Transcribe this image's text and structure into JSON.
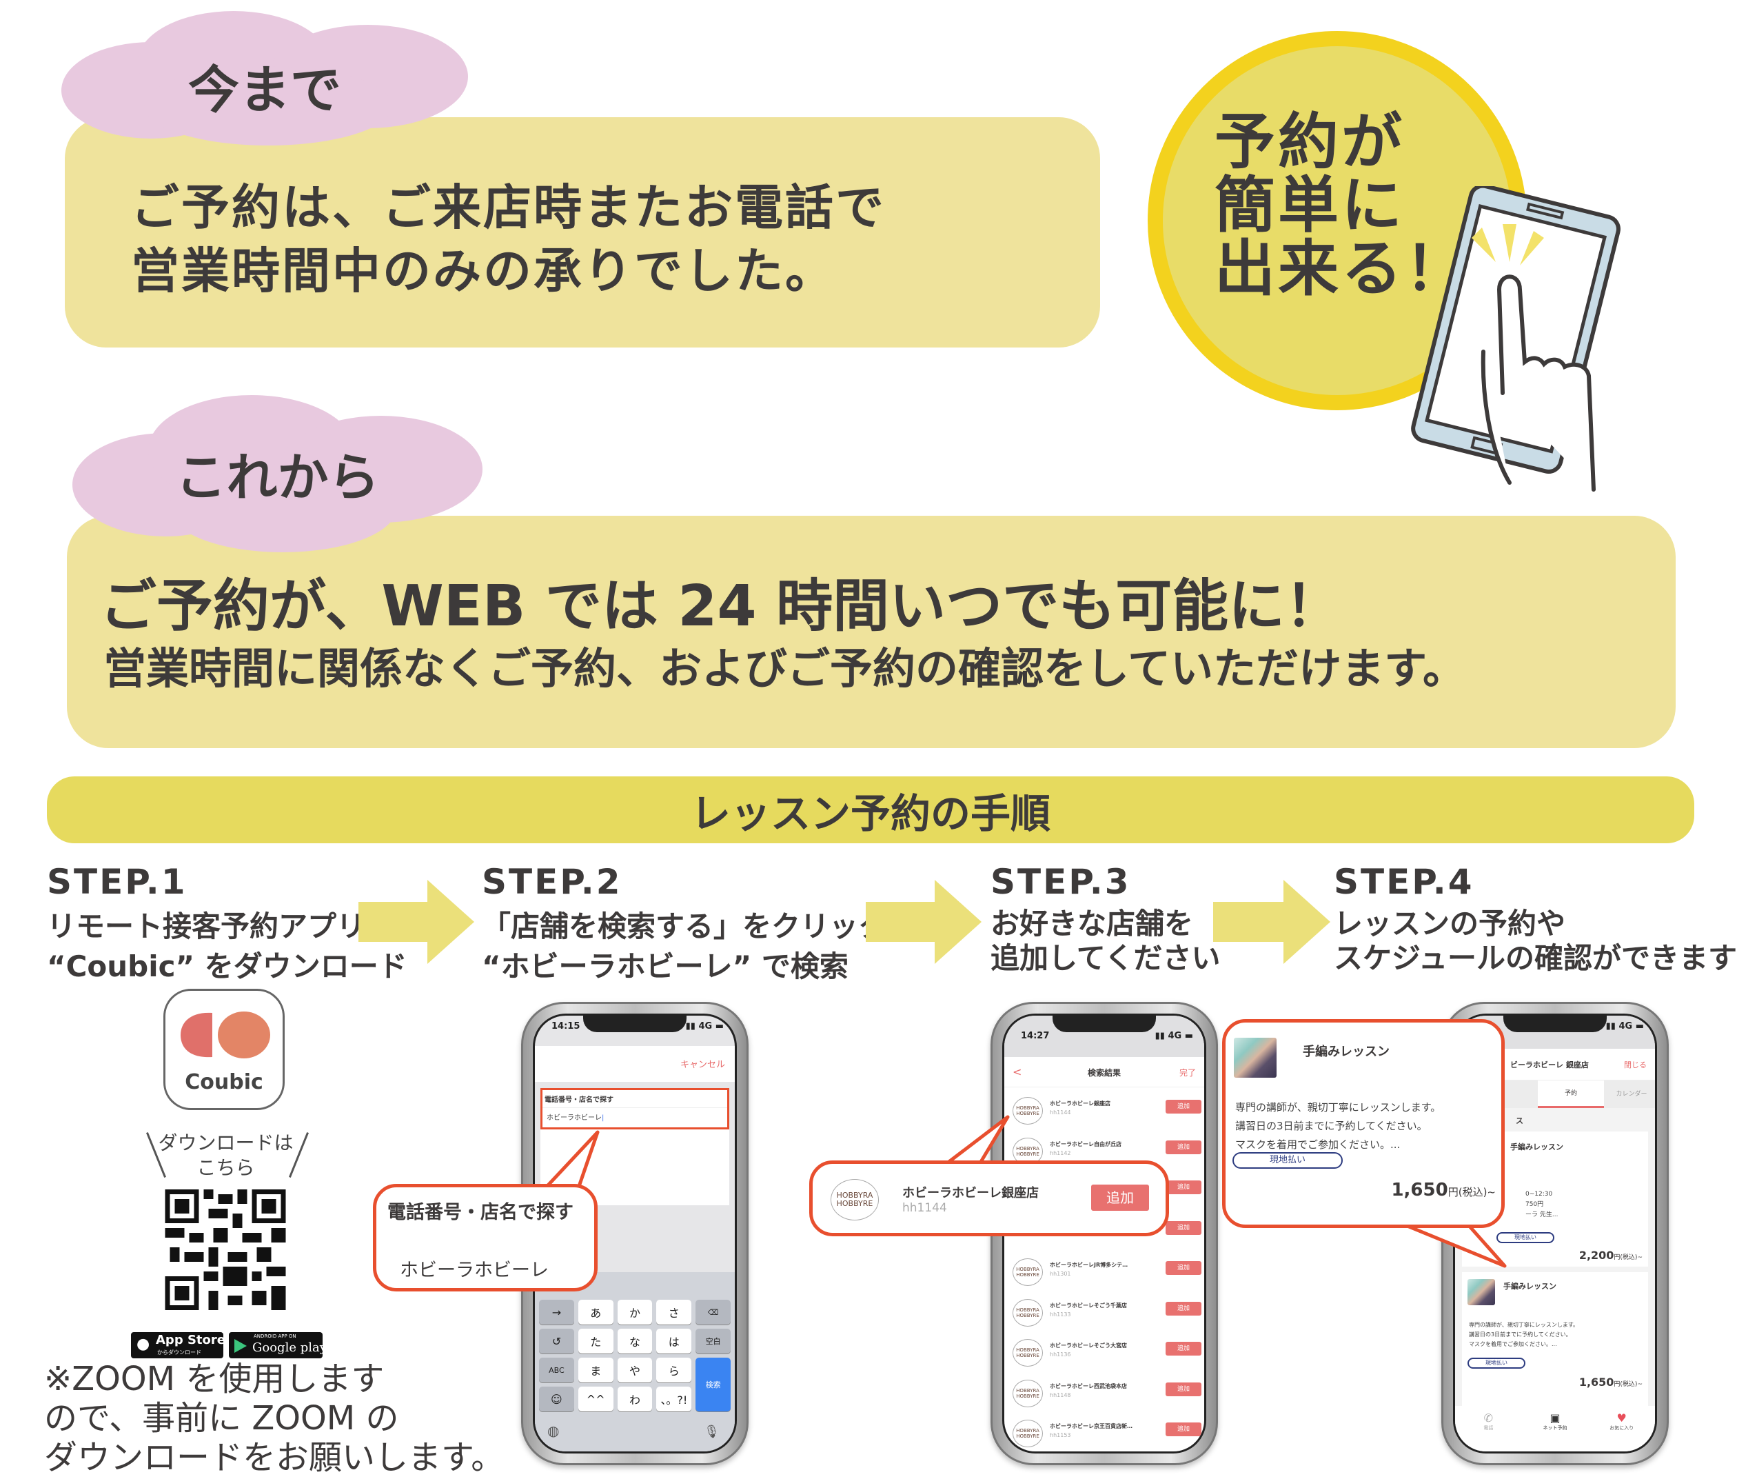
{
  "before": {
    "label": "今まで",
    "text_lines": [
      "ご予約は、ご来店時またお電話で",
      "営業時間中のみの承りでした。"
    ]
  },
  "badge": {
    "lines": [
      "予約が",
      "簡単に",
      "出来る！"
    ]
  },
  "after": {
    "label": "これから",
    "headline": "ご予約が、WEB では 24 時間いつでも可能に！",
    "subline": "営業時間に関係なくご予約、およびご予約の確認をしていただけます。"
  },
  "procedure_title": "レッスン予約の手順",
  "steps": [
    {
      "heading": "STEP.1",
      "lines": [
        "リモート接客予約アプリ",
        "“Coubic” をダウンロード"
      ]
    },
    {
      "heading": "STEP.2",
      "lines": [
        "「店舗を検索する」をクリックし",
        "“ホビーラホビーレ” で検索"
      ]
    },
    {
      "heading": "STEP.3",
      "lines": [
        "お好きな店舗を",
        "追加してください"
      ]
    },
    {
      "heading": "STEP.4",
      "lines": [
        "レッスンの予約や",
        "スケジュールの確認ができます"
      ]
    }
  ],
  "step1": {
    "app_name": "Coubic",
    "download_lines": [
      "ダウンロードは",
      "こちら"
    ],
    "app_store": {
      "main": "App Store",
      "sub": "からダウンロード"
    },
    "google_play": {
      "top": "ANDROID APP ON",
      "main": "Google play"
    },
    "note_lines": [
      "※ZOOM を使用します",
      "ので、事前に ZOOM の",
      "ダウンロードをお願いします。"
    ]
  },
  "phone2": {
    "time": "14:15",
    "signal": "4G",
    "cancel": "キャンセル",
    "search_label": "電話番号・店名で探す",
    "search_value": "ホビーラホビーレ",
    "keys": [
      [
        "→",
        "あ",
        "か",
        "さ",
        "⌫"
      ],
      [
        "↺",
        "た",
        "な",
        "は",
        "空白"
      ],
      [
        "ABC",
        "ま",
        "や",
        "ら",
        "検索"
      ],
      [
        "☺",
        "^^",
        "わ",
        "、。?!"
      ]
    ],
    "callout": {
      "label": "電話番号・店名で探す",
      "value": "ホビーラホビーレ"
    }
  },
  "phone3": {
    "time": "14:27",
    "signal": "4G",
    "back": "<",
    "title": "検索結果",
    "done": "完了",
    "logo": [
      "HOBBYRA",
      "HOBBYRE"
    ],
    "add_label": "追加",
    "stores": [
      {
        "name": "ホビーラホビーレ銀座店",
        "code": "hh1144"
      },
      {
        "name": "ホビーラホビーレ自由が丘店",
        "code": "hh1142"
      },
      {
        "name": "",
        "code": ""
      },
      {
        "name": "",
        "code": ""
      },
      {
        "name": "ホビーラホビーレJR博多シテ…",
        "code": "hh1301"
      },
      {
        "name": "ホビーラホビーレそごう千葉店",
        "code": "hh1133"
      },
      {
        "name": "ホビーラホビーレそごう大宮店",
        "code": "hh1136"
      },
      {
        "name": "ホビーラホビーレ西武池袋本店",
        "code": "hh1148"
      },
      {
        "name": "ホビーラホビーレ京王百貨店新…",
        "code": "hh1153"
      }
    ],
    "callout": {
      "name": "ホビーラホビーレ銀座店",
      "code": "hh1144",
      "add": "追加"
    }
  },
  "phone4": {
    "signal": "4G",
    "store": "ビーラホビーレ 銀座店",
    "close": "閉じる",
    "tabs": [
      "予約",
      "カレンダー"
    ],
    "section_partial": "ス",
    "card1": {
      "title": "手編みレッスン",
      "partial_lines": [
        "0~12:30",
        "750円",
        "ーラ 先生..."
      ],
      "pay": "現地払い",
      "price": "2,200",
      "price_suffix": "円(税込)~"
    },
    "card2": {
      "title": "手編みレッスン",
      "desc": [
        "専門の講師が、親切丁寧にレッスンします。",
        "講習日の3日前までに予約してください。",
        "マスクを着用でご参加ください。..."
      ],
      "pay": "現地払い",
      "price": "1,650",
      "price_suffix": "円(税込)~"
    },
    "bottom_tabs": [
      "電話",
      "ネット予約",
      "お気に入り"
    ],
    "callout": {
      "title": "手編みレッスン",
      "desc": [
        "専門の講師が、親切丁寧にレッスンします。",
        "講習日の3日前までに予約してください。",
        "マスクを着用でご参加ください。..."
      ],
      "pay": "現地払い",
      "price": "1,650",
      "price_suffix": "円(税込)~"
    }
  },
  "colors": {
    "box": "#efe39c",
    "title_bar": "#e6da5e",
    "cloud": "#e8c9df",
    "accent_red": "#e84f2e",
    "circle_fill": "#e8dc68",
    "circle_ring": "#f3d21e"
  }
}
